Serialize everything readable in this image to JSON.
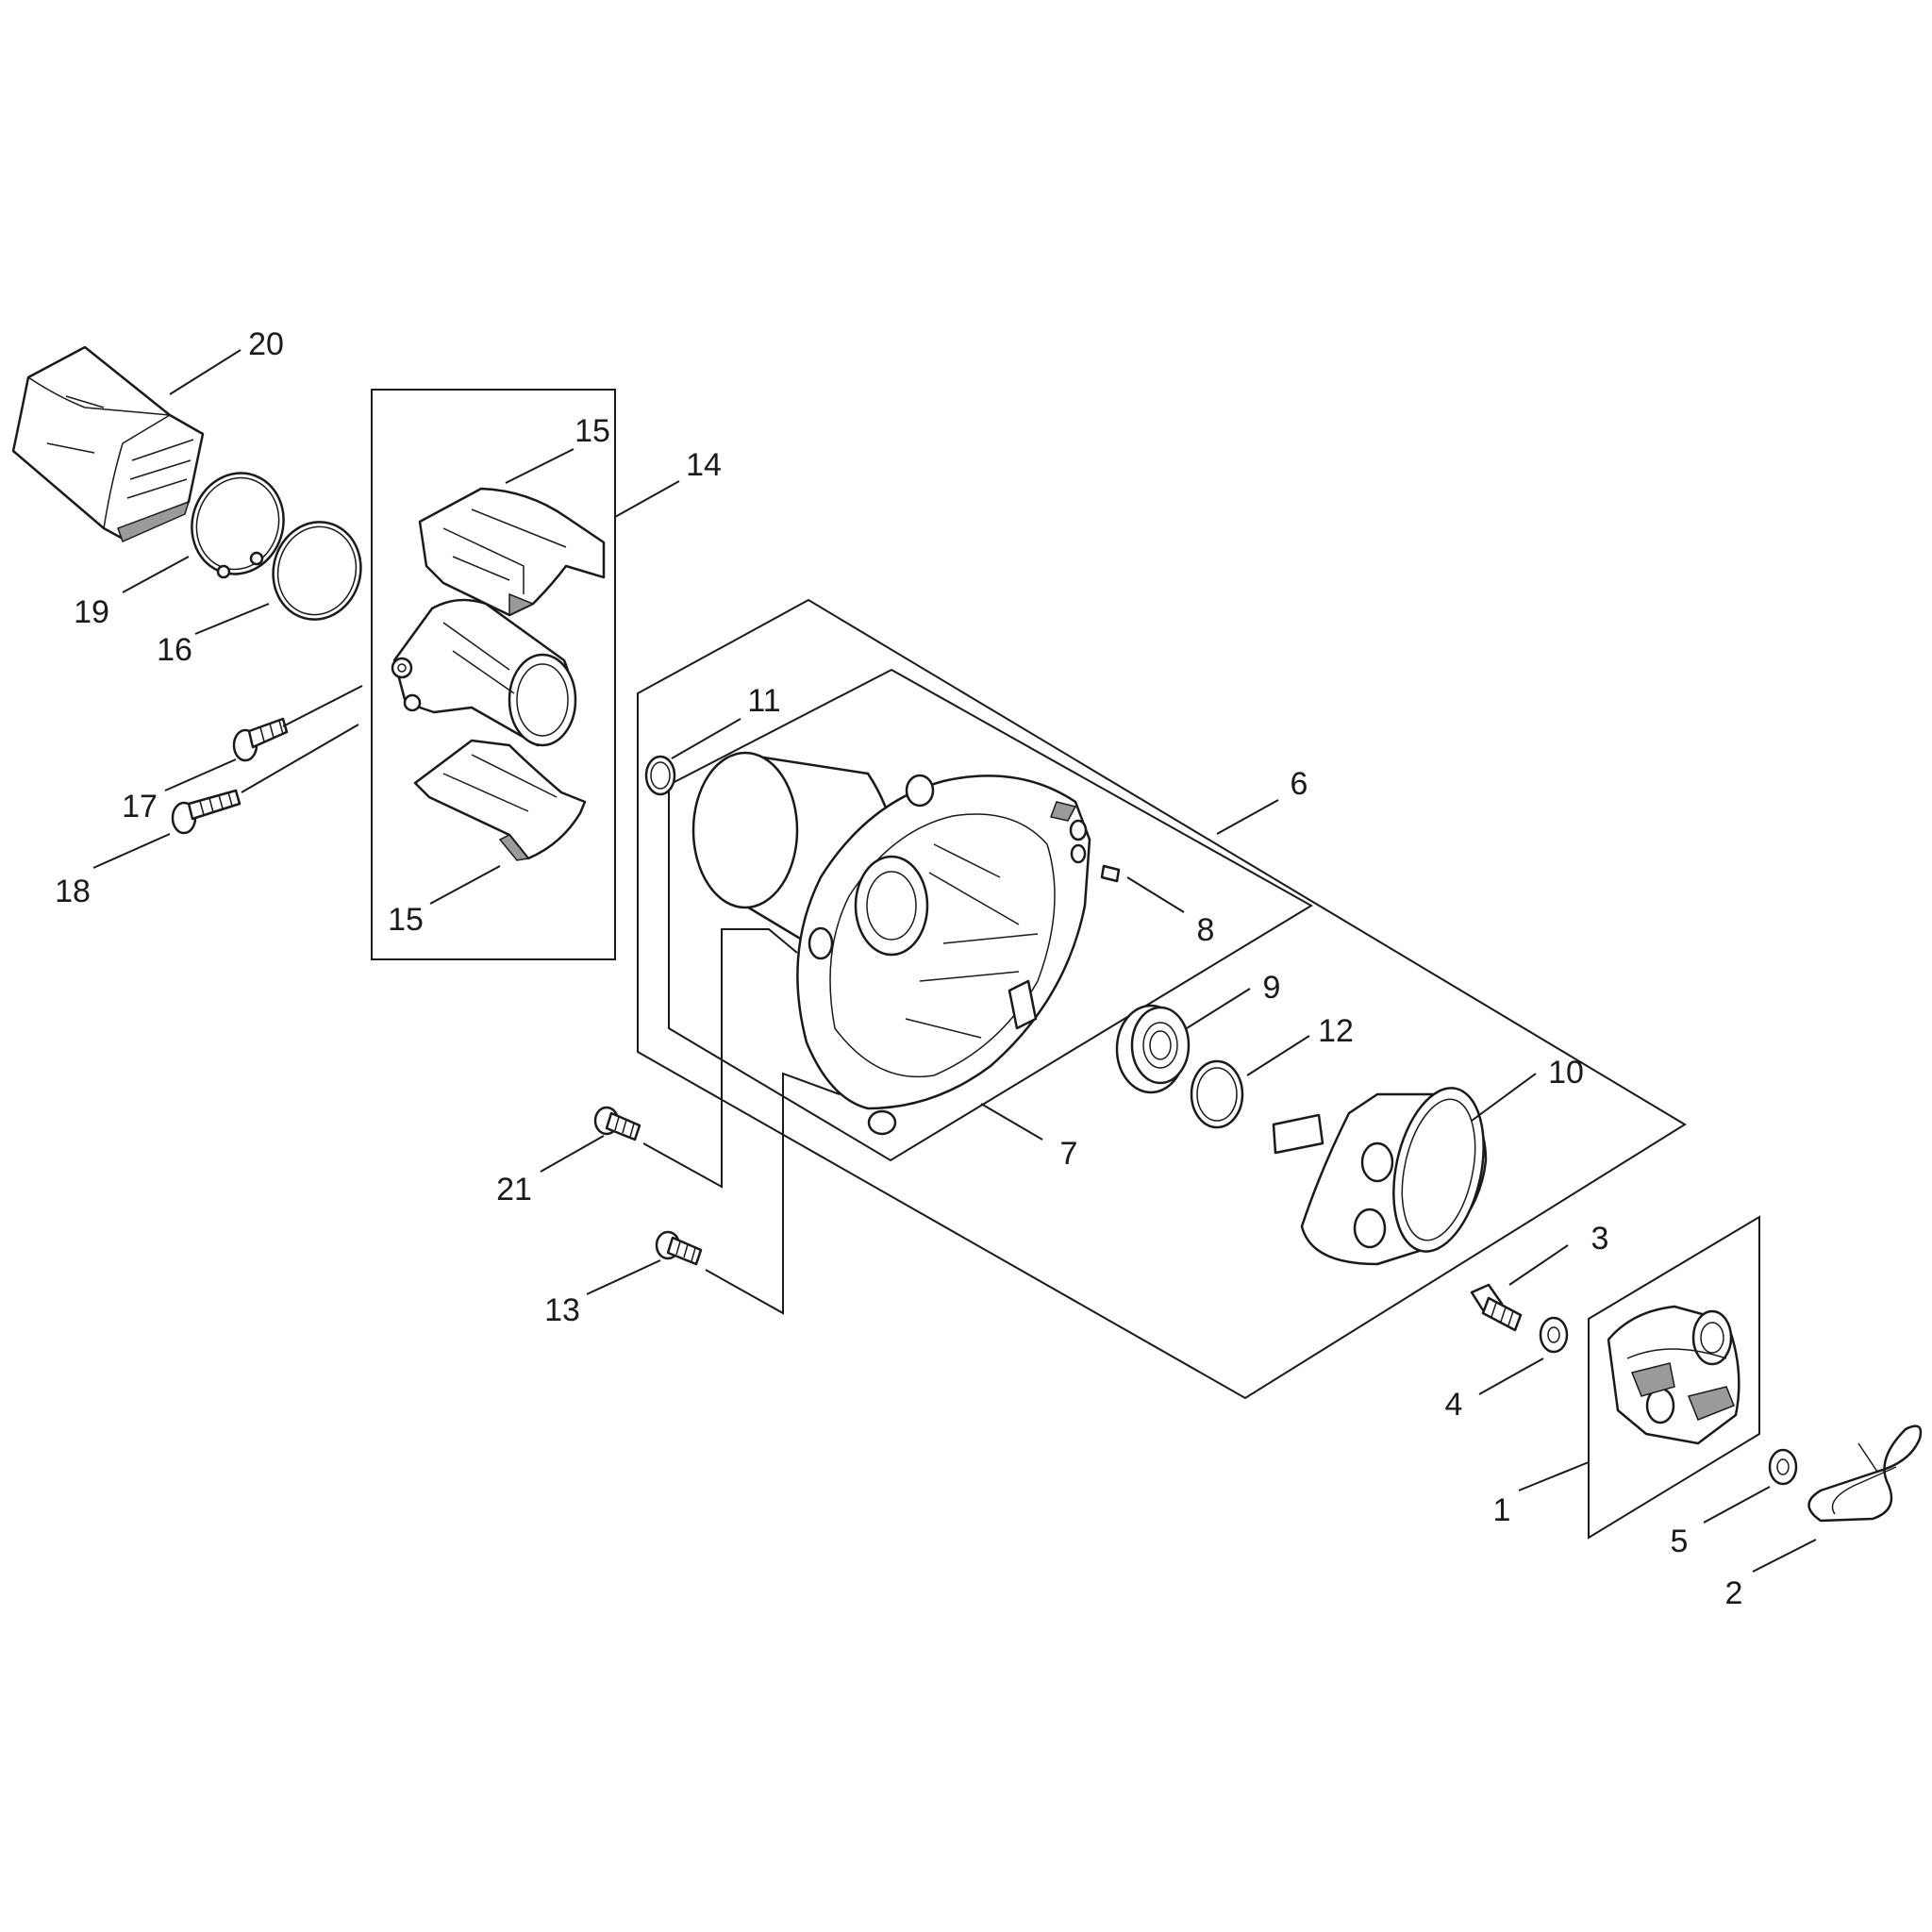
{
  "diagram": {
    "callouts": [
      {
        "id": "c20",
        "text": "20"
      },
      {
        "id": "c15a",
        "text": "15"
      },
      {
        "id": "c14",
        "text": "14"
      },
      {
        "id": "c19",
        "text": "19"
      },
      {
        "id": "c16",
        "text": "16"
      },
      {
        "id": "c11",
        "text": "11"
      },
      {
        "id": "c6",
        "text": "6"
      },
      {
        "id": "c17",
        "text": "17"
      },
      {
        "id": "c18",
        "text": "18"
      },
      {
        "id": "c15b",
        "text": "15"
      },
      {
        "id": "c8",
        "text": "8"
      },
      {
        "id": "c9",
        "text": "9"
      },
      {
        "id": "c12",
        "text": "12"
      },
      {
        "id": "c10",
        "text": "10"
      },
      {
        "id": "c7",
        "text": "7"
      },
      {
        "id": "c21",
        "text": "21"
      },
      {
        "id": "c3",
        "text": "3"
      },
      {
        "id": "c13",
        "text": "13"
      },
      {
        "id": "c4",
        "text": "4"
      },
      {
        "id": "c1",
        "text": "1"
      },
      {
        "id": "c5",
        "text": "5"
      },
      {
        "id": "c2",
        "text": "2"
      }
    ]
  }
}
